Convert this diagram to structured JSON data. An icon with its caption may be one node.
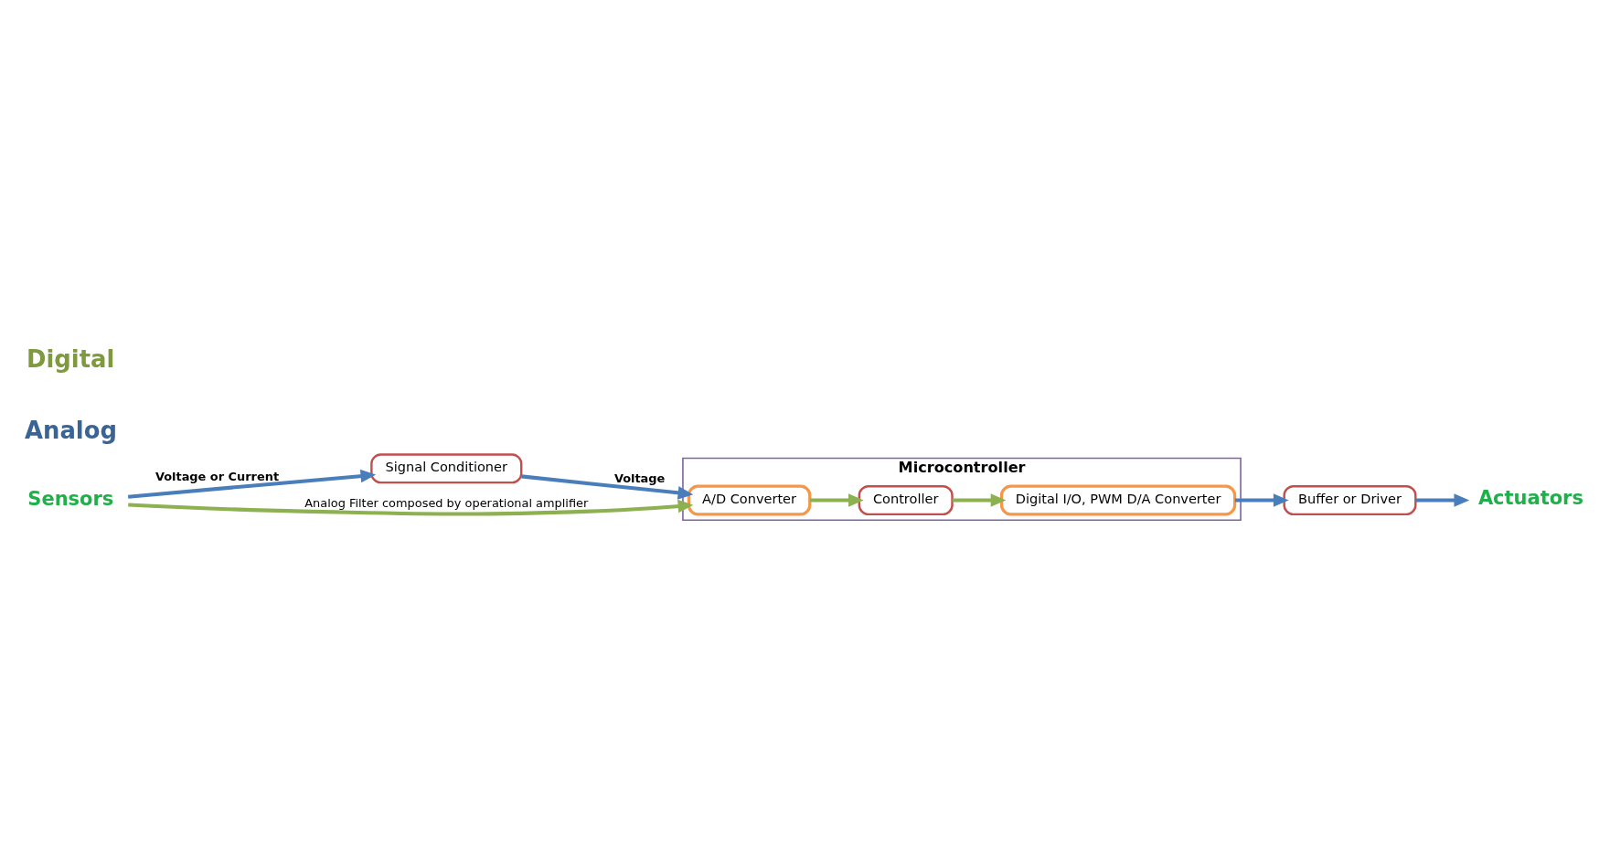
{
  "diagram": {
    "nodes": [
      {
        "text": [
          "Sensors"
        ]
      },
      {
        "text": [
          "Signal Conditioner"
        ]
      },
      {
        "text": [
          "Microcontroller"
        ]
      },
      {
        "text": [
          "A/D Converter"
        ],
        "in": 2
      },
      {
        "text": [
          "Controller"
        ],
        "in": 2
      },
      {
        "text": [
          "Digital I/O, PWM D/A Converter"
        ],
        "in": 2
      },
      {
        "text": [
          "Buffer or Driver"
        ]
      },
      {
        "text": [
          "Actuators"
        ]
      }
    ],
    "edges": [
      {
        "from": 0,
        "to": 1,
        "arrow": "to",
        "label": "Voltage or Current"
      },
      {
        "from": 1,
        "to": 3,
        "arrow": "to",
        "label": "Voltage"
      },
      {
        "from": 0,
        "to": 3,
        "arrow": "to",
        "label": "Analog Filter composed by operational amplifier",
        "color": "#8db051"
      },
      {
        "from": 3,
        "to": 4,
        "arrow": "to",
        "color": "#8db051"
      },
      {
        "from": 4,
        "to": 5,
        "arrow": "to",
        "color": "#8db051"
      },
      {
        "from": 5,
        "to": 6,
        "arrow": "to"
      },
      {
        "from": 6,
        "to": 7,
        "arrow": "to"
      }
    ],
    "labels": [
      "Analog",
      "Digital"
    ]
  }
}
